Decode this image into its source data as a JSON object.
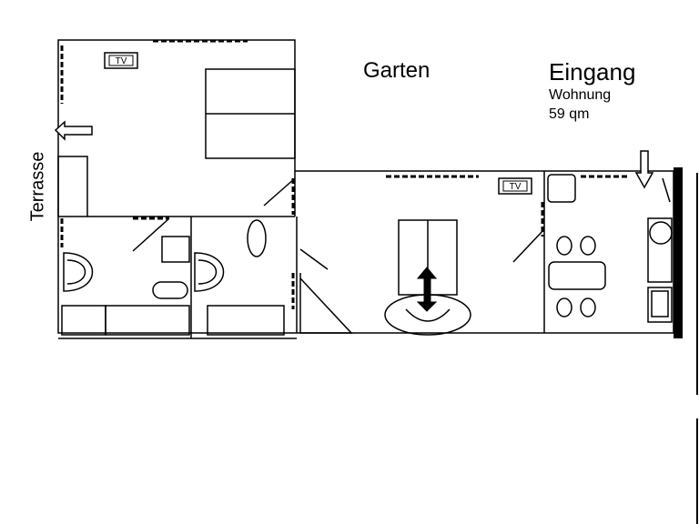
{
  "labels": {
    "garden": "Garten",
    "entrance": "Eingang",
    "unit": "Wohnung",
    "area": "59 qm",
    "terrace": "Terrasse"
  },
  "tv_labels": [
    "TV",
    "TV"
  ]
}
